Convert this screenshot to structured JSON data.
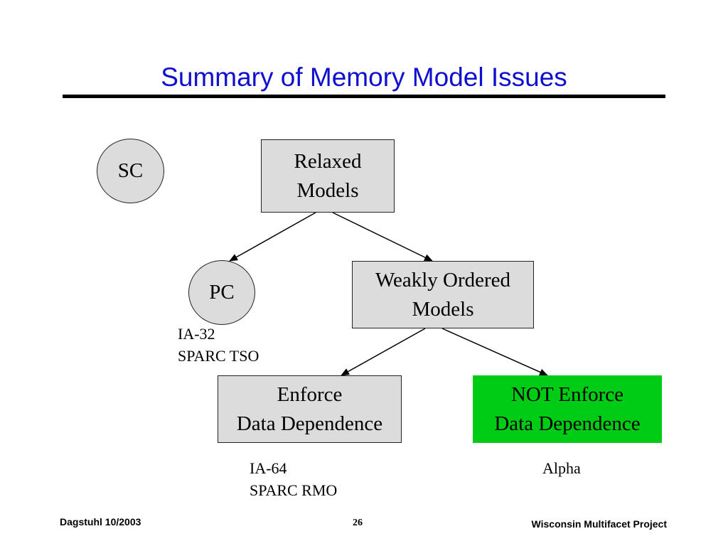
{
  "title": "Summary of Memory Model Issues",
  "colors": {
    "title": "#0f0fcf",
    "box_fill": "#dcdcdc",
    "highlight_fill": "#00cc16"
  },
  "nodes": {
    "sc": "SC",
    "pc": "PC",
    "relaxed": [
      "Relaxed",
      "Models"
    ],
    "weakly_ordered": [
      "Weakly Ordered",
      "Models"
    ],
    "enforce": [
      "Enforce",
      "Data Dependence"
    ],
    "not_enforce": [
      "NOT Enforce",
      "Data Dependence"
    ]
  },
  "examples": {
    "pc": [
      "IA-32",
      "SPARC TSO"
    ],
    "enforce": [
      "IA-64",
      "SPARC RMO"
    ],
    "not_enforce": [
      "Alpha"
    ]
  },
  "footer": {
    "left": "Dagstuhl 10/2003",
    "page": "26",
    "right": "Wisconsin Multifacet Project"
  }
}
